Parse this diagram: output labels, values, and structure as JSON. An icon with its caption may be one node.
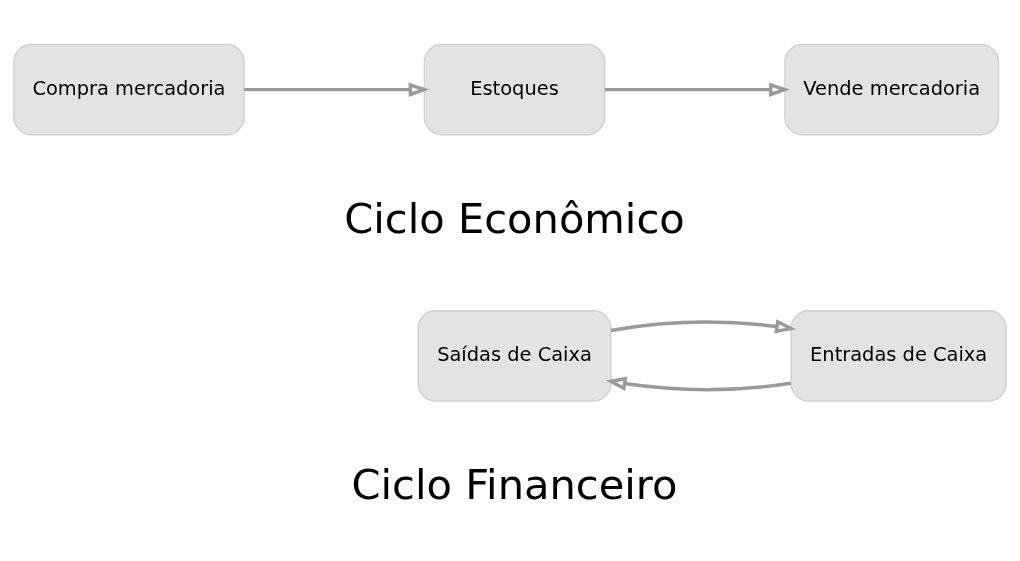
{
  "diagram": {
    "nodes": [
      {
        "text": [
          "Compra mercadoria"
        ]
      },
      {
        "text": [
          "Estoques"
        ]
      },
      {
        "text": [
          "Vende mercadoria"
        ]
      },
      {
        "text": [
          "Saídas de Caixa"
        ]
      },
      {
        "text": [
          "Entradas de Caixa"
        ]
      }
    ],
    "edges": [
      {
        "from": 0,
        "to": 1,
        "arrow": "to"
      },
      {
        "from": 1,
        "to": 2,
        "arrow": "to"
      },
      {
        "from": 4,
        "to": 3,
        "arrow": "to"
      },
      {
        "from": 3,
        "to": 4,
        "arrow": "to"
      }
    ],
    "labels": [
      "Ciclo Econômico",
      "Ciclo Financeiro"
    ]
  }
}
